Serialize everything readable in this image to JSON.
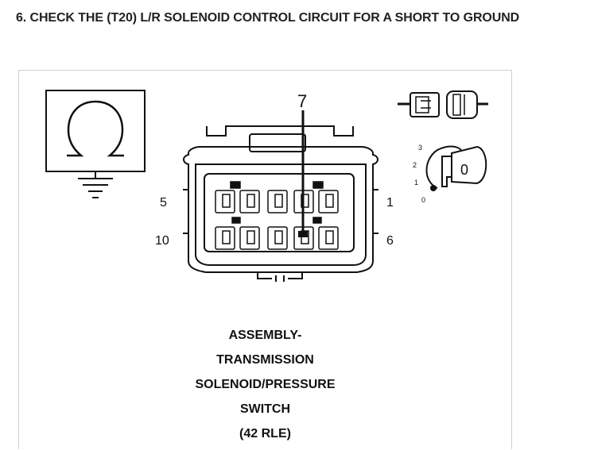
{
  "step": {
    "title": "6. CHECK THE (T20) L/R SOLENOID CONTROL CIRCUIT FOR A SHORT TO GROUND"
  },
  "diagram": {
    "ohmmeter_icon": "ohm-to-ground-icon",
    "connector_icon": "connector-disconnected-icon",
    "ignition_icon": "ignition-key-off-icon",
    "probe_pin_label": "7",
    "pin_labels": {
      "top_left": "5",
      "top_right": "1",
      "bottom_left": "10",
      "bottom_right": "6"
    },
    "ignition_positions": [
      "3",
      "2",
      "1",
      "0"
    ],
    "ignition_key_label": "0",
    "caption_lines": [
      "ASSEMBLY-",
      "TRANSMISSION",
      "SOLENOID/PRESSURE",
      "SWITCH",
      "(42 RLE)"
    ]
  },
  "colors": {
    "line": "#111111",
    "text": "#222222",
    "frame": "#d0d0d0",
    "background": "#ffffff"
  }
}
